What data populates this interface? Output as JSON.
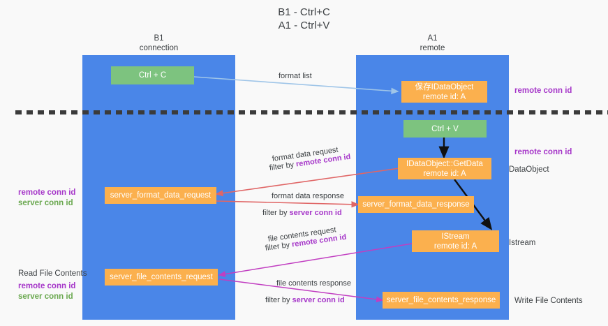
{
  "title": {
    "line1": "B1 - Ctrl+C",
    "line2": "A1 - Ctrl+V"
  },
  "columns": [
    {
      "name": "B1",
      "sub": "connection"
    },
    {
      "name": "A1",
      "sub": "remote"
    }
  ],
  "legend_colors": {
    "lane": "#4a86e8",
    "action_box": "#7dc37f",
    "object_box": "#fbb04e",
    "remote_conn_id": "#a637c9",
    "server_conn_id": "#6aa84f",
    "format_arrow": "#e06666",
    "file_arrow": "#c13ec1",
    "format_list_arrow": "#9fc5e8",
    "flow_arrow": "#000000",
    "divider": "#444444"
  },
  "nodes": {
    "ctrl_c": {
      "label": "Ctrl + C"
    },
    "ctrl_v": {
      "label": "Ctrl + V"
    },
    "save_dataobject": {
      "line1": "保存IDataObject",
      "line2": "remote id: A"
    },
    "getdata": {
      "line1": "IDataObject::GetData",
      "line2": "remote id: A"
    },
    "istream": {
      "line1": "IStream",
      "line2": "remote id: A"
    },
    "server_format_data_request": {
      "label": "server_format_data_request"
    },
    "server_format_data_response": {
      "label": "server_format_data_response"
    },
    "server_file_contents_request": {
      "label": "server_file_contents_request"
    },
    "server_file_contents_response": {
      "label": "server_file_contents_response"
    }
  },
  "edge_labels": {
    "format_list": "format list",
    "format_data_request": "format data request",
    "format_data_request_filter_prefix": "filter by ",
    "format_data_request_filter_key": "remote conn id",
    "format_data_response": "format data response",
    "format_data_response_filter_prefix": "filter by ",
    "format_data_response_filter_key": "server conn id",
    "file_contents_request": "file contents request",
    "file_contents_request_filter_prefix": "filter by ",
    "file_contents_request_filter_key": "remote conn id",
    "file_contents_response": "file contents response",
    "file_contents_response_filter_prefix": "filter by ",
    "file_contents_response_filter_key": "server conn id"
  },
  "annotations": {
    "right_remote_conn_id_top": "remote conn id",
    "right_remote_conn_id_mid": "remote conn id",
    "right_dataobject": "DataObject",
    "right_istream": "Istream",
    "right_write_file_contents": "Write File Contents",
    "left_remote_conn_id_mid": "remote conn id",
    "left_server_conn_id_mid": "server conn id",
    "left_read_file_contents": "Read File Contents",
    "left_remote_conn_id_bottom": "remote conn id",
    "left_server_conn_id_bottom": "server conn id"
  }
}
